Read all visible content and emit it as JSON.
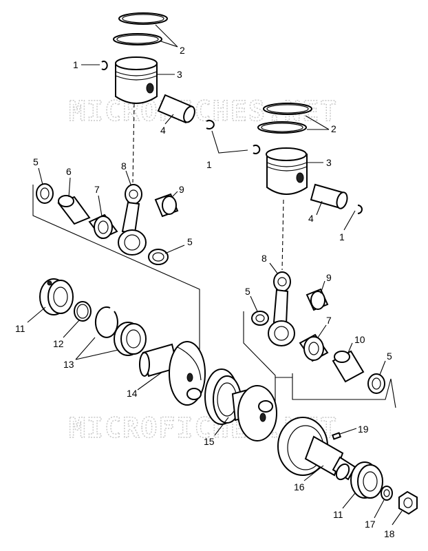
{
  "watermark": {
    "top": "MICROFICHES.NET",
    "bottom": "MICROFICHES.NET"
  },
  "callouts": [
    {
      "id": "c1a",
      "text": "1"
    },
    {
      "id": "c2a",
      "text": "2"
    },
    {
      "id": "c3a",
      "text": "3"
    },
    {
      "id": "c4a",
      "text": "4"
    },
    {
      "id": "c2b",
      "text": "2"
    },
    {
      "id": "c1b",
      "text": "1"
    },
    {
      "id": "c3b",
      "text": "3"
    },
    {
      "id": "c4b",
      "text": "4"
    },
    {
      "id": "c1c",
      "text": "1"
    },
    {
      "id": "c5a",
      "text": "5"
    },
    {
      "id": "c6",
      "text": "6"
    },
    {
      "id": "c8a",
      "text": "8"
    },
    {
      "id": "c9a",
      "text": "9"
    },
    {
      "id": "c7a",
      "text": "7"
    },
    {
      "id": "c5b",
      "text": "5"
    },
    {
      "id": "c8b",
      "text": "8"
    },
    {
      "id": "c9b",
      "text": "9"
    },
    {
      "id": "c5c",
      "text": "5"
    },
    {
      "id": "c7b",
      "text": "7"
    },
    {
      "id": "c10",
      "text": "10"
    },
    {
      "id": "c5d",
      "text": "5"
    },
    {
      "id": "c11a",
      "text": "11"
    },
    {
      "id": "c12",
      "text": "12"
    },
    {
      "id": "c13",
      "text": "13"
    },
    {
      "id": "c14",
      "text": "14"
    },
    {
      "id": "c15",
      "text": "15"
    },
    {
      "id": "c19",
      "text": "19"
    },
    {
      "id": "c16",
      "text": "16"
    },
    {
      "id": "c11b",
      "text": "11"
    },
    {
      "id": "c17",
      "text": "17"
    },
    {
      "id": "c18",
      "text": "18"
    }
  ]
}
